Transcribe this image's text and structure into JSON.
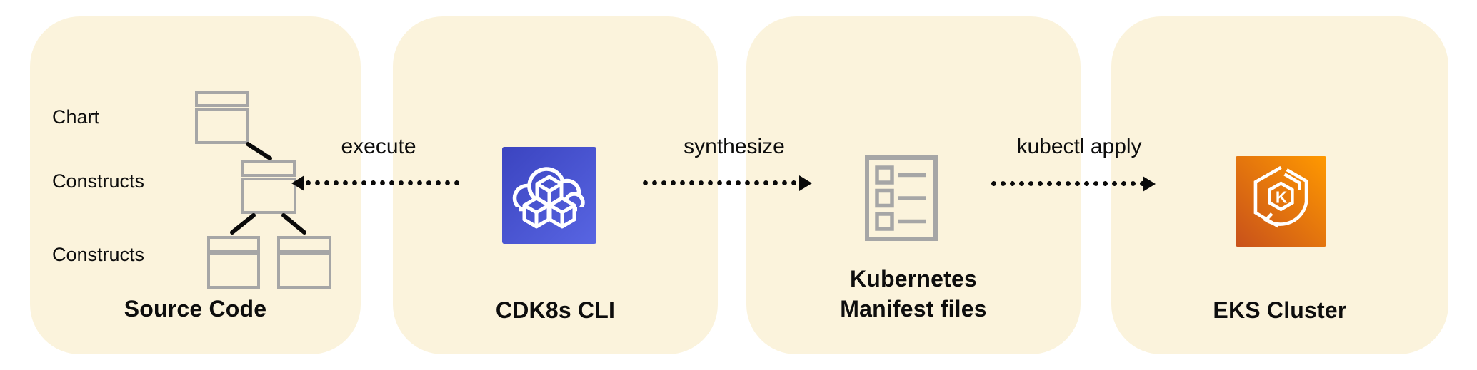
{
  "diagram": {
    "panel1": {
      "title": "Source Code",
      "rows": [
        "Chart",
        "Constructs",
        "Constructs"
      ],
      "icon": "construct-tree-icon"
    },
    "panel2": {
      "title": "CDK8s CLI",
      "icon": "cdk8s-cloud-cubes-icon"
    },
    "panel3": {
      "title_line1": "Kubernetes",
      "title_line2": "Manifest files",
      "icon": "manifest-list-icon"
    },
    "panel4": {
      "title": "EKS Cluster",
      "icon": "eks-hexagon-k-icon",
      "icon_letter": "K"
    },
    "arrows": {
      "execute": {
        "label": "execute",
        "direction": "left"
      },
      "synthesize": {
        "label": "synthesize",
        "direction": "right"
      },
      "kubectl": {
        "label": "kubectl apply",
        "direction": "right"
      }
    },
    "colors": {
      "panel_background": "#FBF3DC",
      "icon_gray": "#A6A6A6",
      "arrow_black": "#0A0A0A",
      "cdk_blue_start": "#3B44C0",
      "cdk_blue_end": "#5865E2",
      "eks_orange_start": "#C8511B",
      "eks_orange_end": "#FF9900",
      "icon_glyph_white": "#FFFFFF"
    }
  }
}
